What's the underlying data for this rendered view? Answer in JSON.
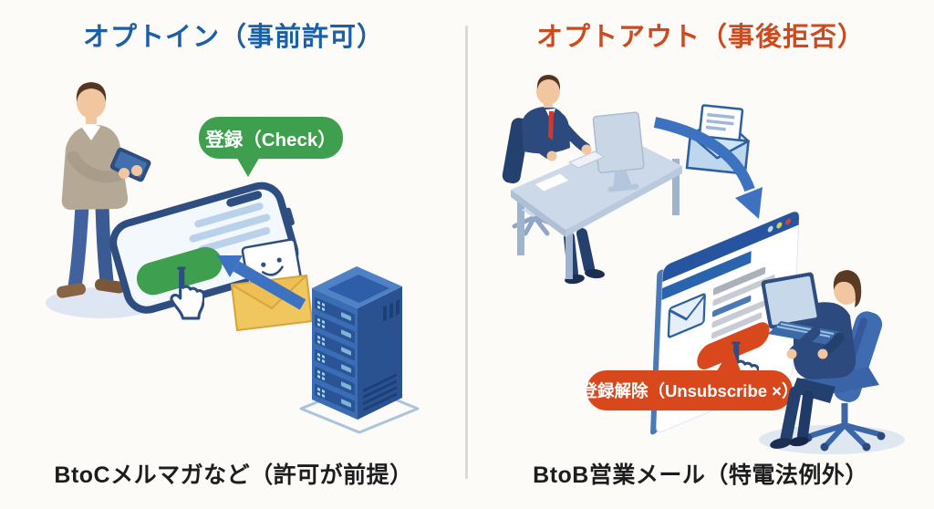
{
  "colors": {
    "background": "#fcfbf8",
    "optin_accent": "#1a5fa7",
    "optout_accent": "#cd4a1e",
    "green": "#3ea04e",
    "red_button": "#d9471d",
    "navy": "#2e4d80",
    "divider": "#d9d9d9"
  },
  "left": {
    "title": "オプトイン（事前許可）",
    "bubble_label": "登録（Check）",
    "caption": "BtoCメルマガなど（許可が前提）",
    "icons": [
      "person-with-smartphone",
      "register-speech-bubble",
      "smartphone",
      "tap-hand-cursor",
      "email-envelope-smiley",
      "delivery-arrow",
      "mail-server"
    ]
  },
  "right": {
    "title": "オプトアウト（事後拒否）",
    "bubble_label": "登録解除（Unsubscribe ×）",
    "caption": "BtoB営業メール（特電法例外）",
    "icons": [
      "office-worker-at-desk",
      "open-envelope",
      "curved-arrow",
      "browser-window",
      "unsubscribe-button",
      "tap-hand-cursor",
      "unsubscribe-speech-bubble",
      "businessman-on-chair-with-laptop"
    ]
  }
}
